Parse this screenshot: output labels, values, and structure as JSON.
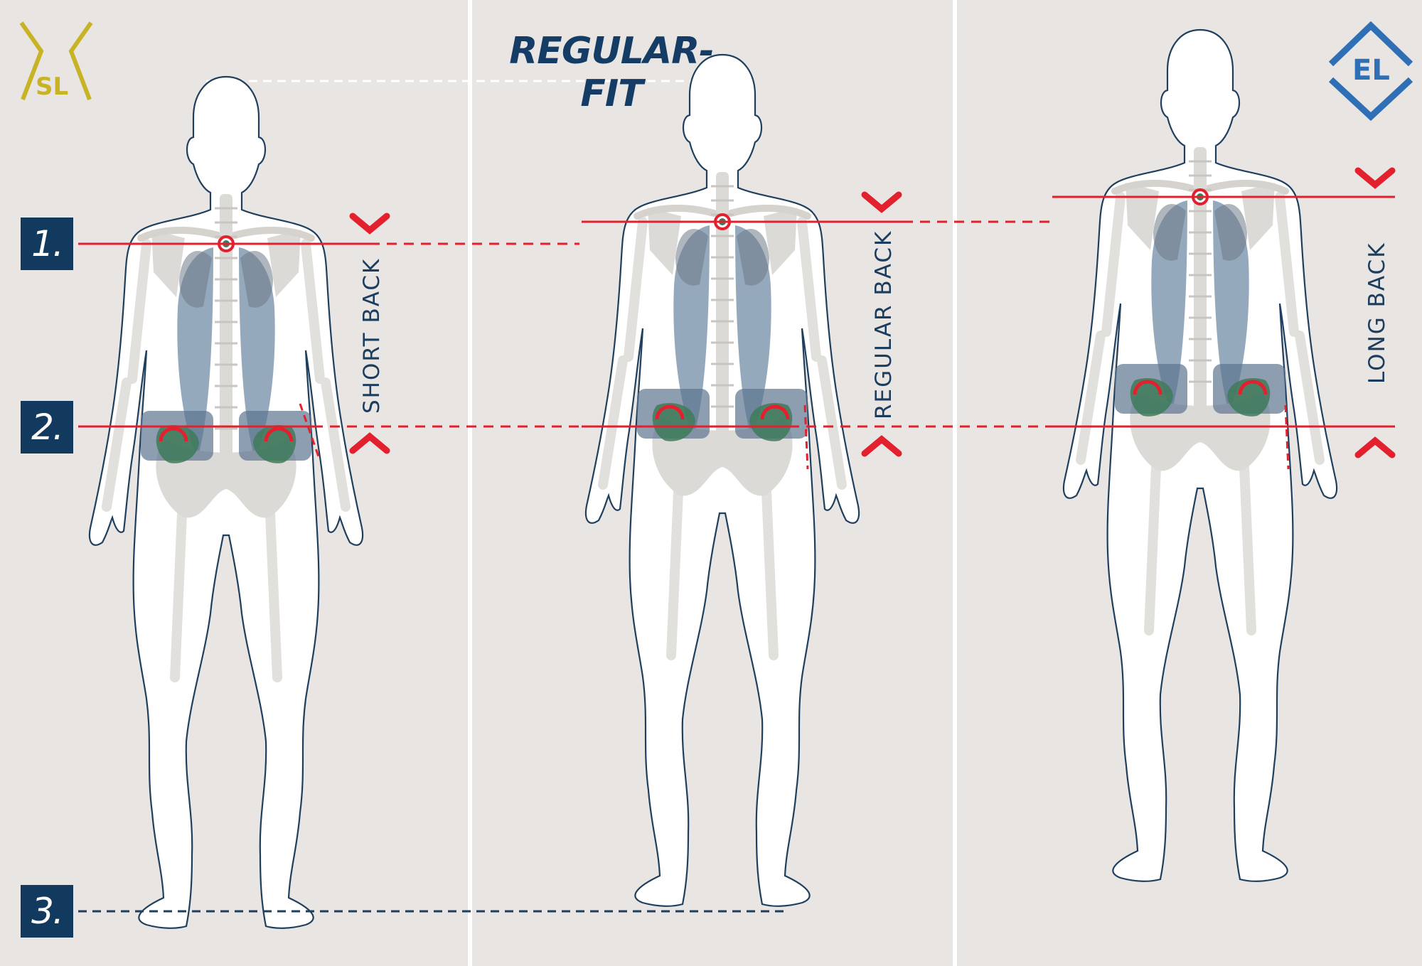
{
  "title": "REGULAR-FIT",
  "markers": [
    "1.",
    "2.",
    "3."
  ],
  "figures": [
    {
      "label": "SHORT BACK"
    },
    {
      "label": "REGULAR BACK"
    },
    {
      "label": "LONG BACK"
    }
  ],
  "logos": {
    "left": "SL",
    "right": "EL"
  },
  "colors": {
    "background": "#e8e5e3",
    "navy": "#123a5e",
    "accent_red": "#e2202e",
    "muscle_blue": "#7b93ad",
    "gluteal_green": "#3f7a5a",
    "logo_gold": "#c8b324",
    "logo_blue": "#2f6fb5"
  }
}
